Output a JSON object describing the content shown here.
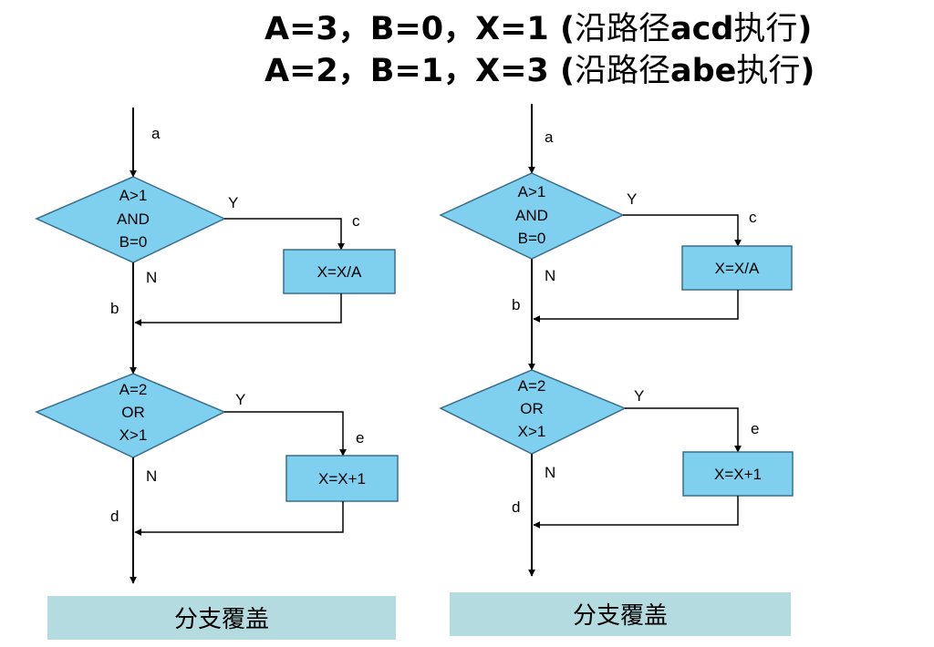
{
  "headings": {
    "line1": {
      "prefix": "A=3，B=0，X=1 (",
      "cjk1": "沿路径",
      "path": "acd",
      "cjk2": "执行",
      "suffix": ")"
    },
    "line2": {
      "prefix": "A=2，B=1，X=3 (",
      "cjk1": "沿路径",
      "path": "abe",
      "cjk2": "执行",
      "suffix": ")"
    }
  },
  "flowcharts": [
    {
      "edge_a": "a",
      "edge_b": "b",
      "edge_c": "c",
      "edge_d": "d",
      "edge_e": "e",
      "decision1": {
        "line1": "A>1",
        "line2": "AND",
        "line3": "B=0",
        "yes": "Y",
        "no": "N"
      },
      "process1": "X=X/A",
      "decision2": {
        "line1": "A=2",
        "line2": "OR",
        "line3": "X>1",
        "yes": "Y",
        "no": "N"
      },
      "process2": "X=X+1",
      "caption": "分支覆盖"
    },
    {
      "edge_a": "a",
      "edge_b": "b",
      "edge_c": "c",
      "edge_d": "d",
      "edge_e": "e",
      "decision1": {
        "line1": "A>1",
        "line2": "AND",
        "line3": "B=0",
        "yes": "Y",
        "no": "N"
      },
      "process1": "X=X/A",
      "decision2": {
        "line1": "A=2",
        "line2": "OR",
        "line3": "X>1",
        "yes": "Y",
        "no": "N"
      },
      "process2": "X=X+1",
      "caption": "分支覆盖"
    }
  ],
  "colors": {
    "node_fill": "#7fcfef",
    "node_stroke": "#3a6f8f",
    "caption_fill": "#b3dbe0",
    "line": "#000000"
  }
}
